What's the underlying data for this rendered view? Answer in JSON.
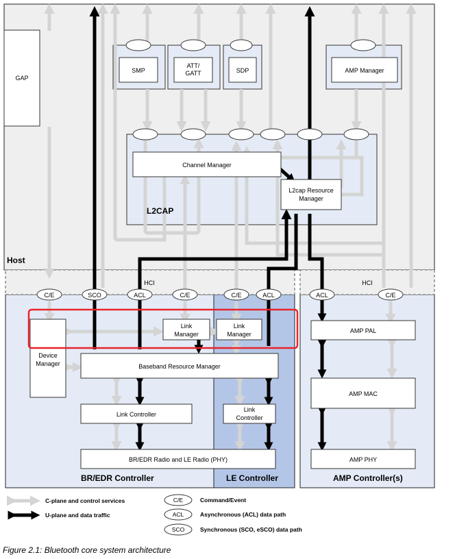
{
  "host": {
    "label": "Host"
  },
  "gap": {
    "label": "GAP"
  },
  "protocols": {
    "smp": "SMP",
    "att_line1": "ATT/",
    "att_line2": "GATT",
    "sdp": "SDP",
    "amp_manager": "AMP Manager"
  },
  "l2cap": {
    "label": "L2CAP",
    "channel_manager": "Channel Manager",
    "resource_manager_line1": "L2cap Resource",
    "resource_manager_line2": "Manager"
  },
  "hci": {
    "label_left": "HCI",
    "label_right": "HCI"
  },
  "ports": {
    "ce": "C/E",
    "sco": "SCO",
    "acl": "ACL"
  },
  "br_edr": {
    "link_manager_line1": "Link",
    "link_manager_line2": "Manager",
    "device_manager_line1": "Device",
    "device_manager_line2": "Manager",
    "baseband": "Baseband Resource Manager",
    "link_controller": "Link Controller",
    "radio": "BR/EDR Radio and LE Radio (PHY)",
    "footer": "BR/EDR Controller"
  },
  "le": {
    "link_manager_line1": "Link",
    "link_manager_line2": "Manager",
    "link_controller_line1": "Link",
    "link_controller_line2": "Controller",
    "footer": "LE Controller"
  },
  "amp": {
    "pal": "AMP PAL",
    "mac": "AMP MAC",
    "phy": "AMP PHY",
    "footer": "AMP Controller(s)"
  },
  "legend": {
    "c_plane": "C-plane and control services",
    "u_plane": "U-plane and data traffic",
    "ce_symbol": "C/E",
    "ce_desc": "Command/Event",
    "acl_symbol": "ACL",
    "acl_desc": "Asynchronous (ACL) data path",
    "sco_symbol": "SCO",
    "sco_desc": "Synchronous (SCO, eSCO) data path"
  },
  "caption": "Figure 2.1:  Bluetooth core system architecture",
  "colors": {
    "host_bg": "#efefef",
    "controller_bg": "#e4ebf6",
    "le_bg": "#b4c6e7",
    "gray_arrow": "#d4d4d4",
    "highlight": "#e8242c"
  }
}
